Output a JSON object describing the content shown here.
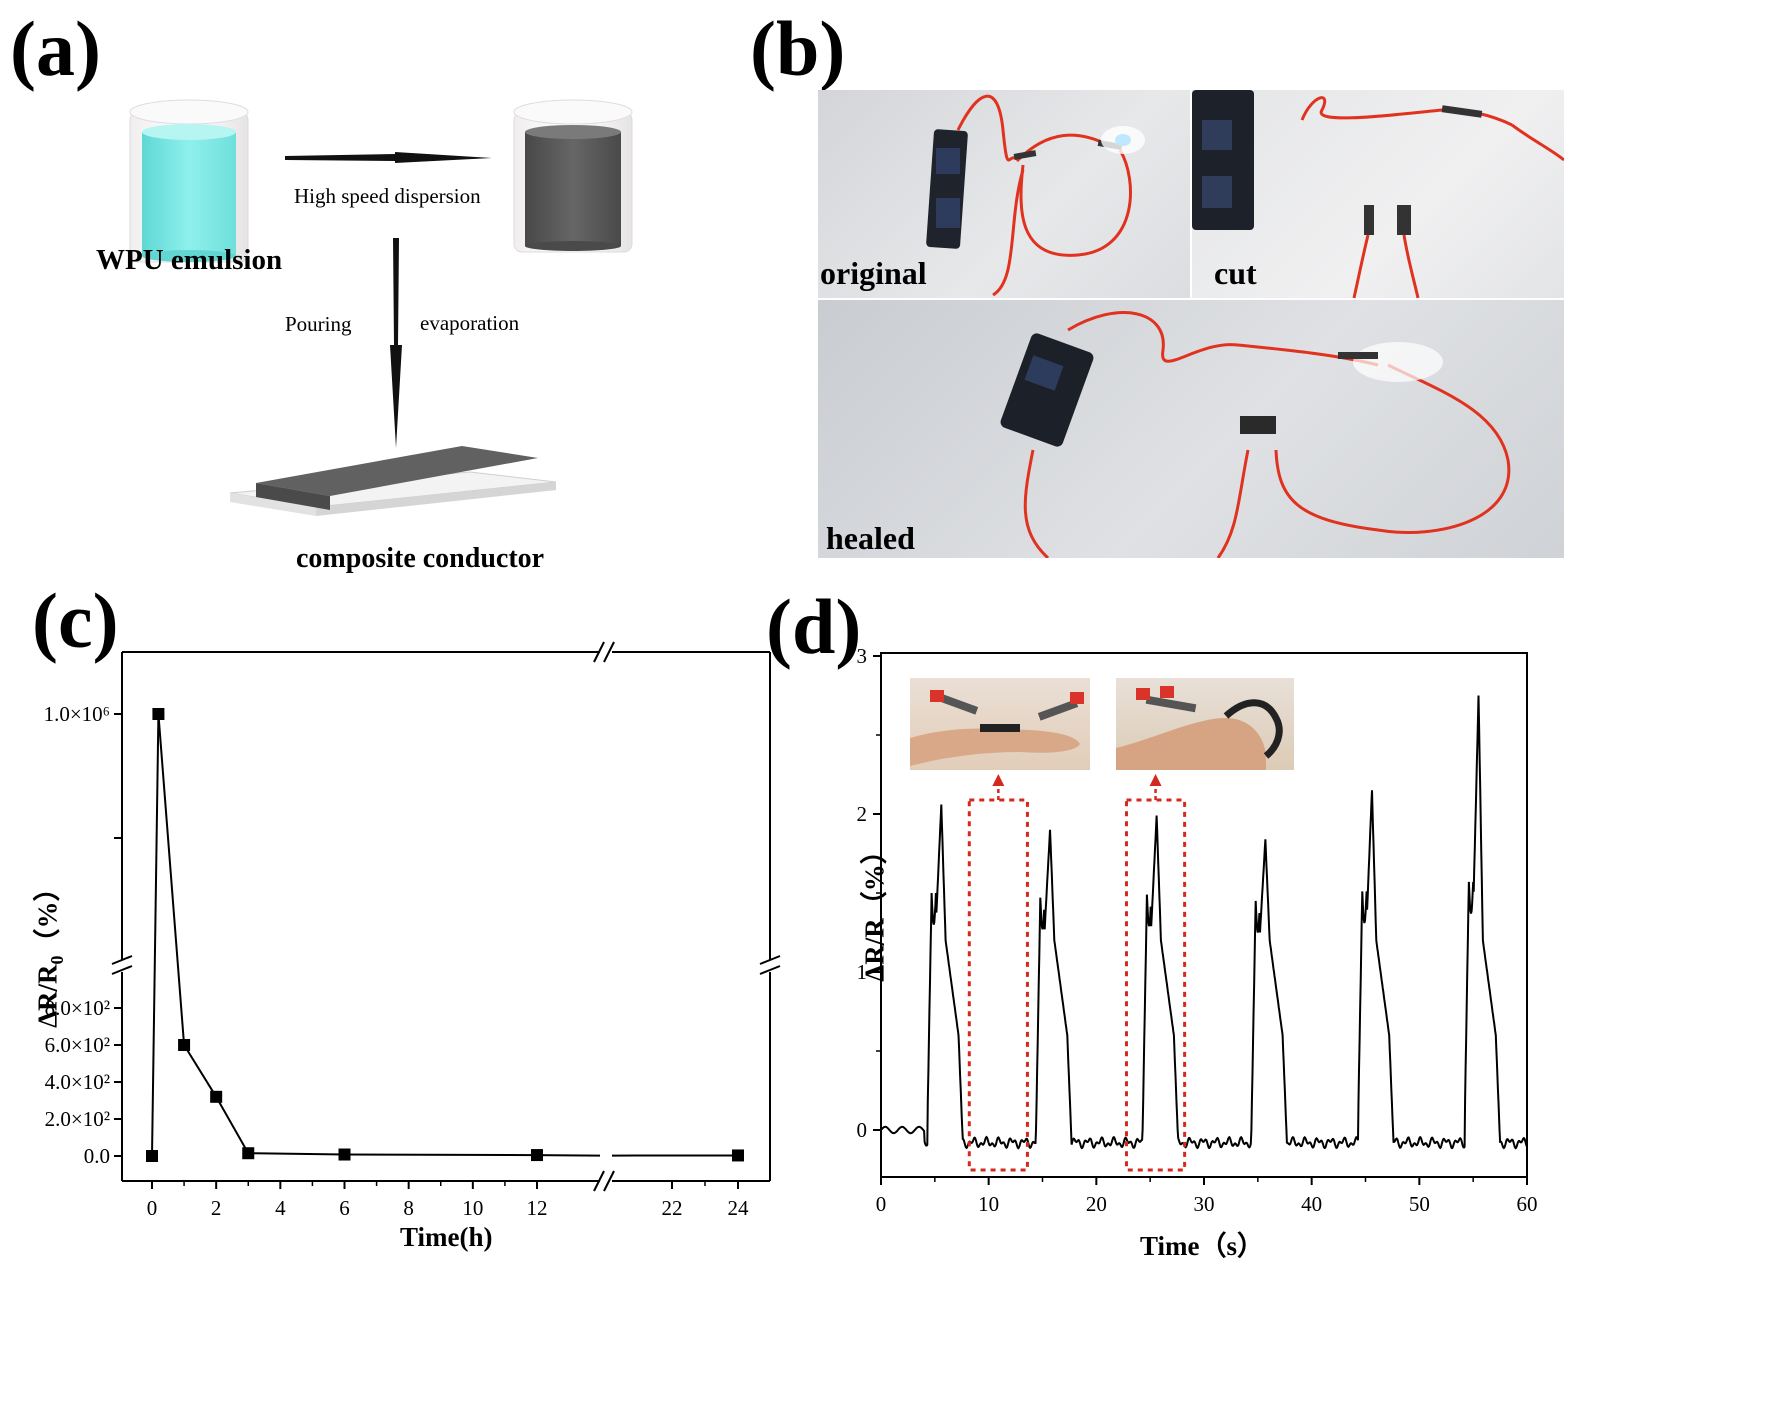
{
  "panel_a": {
    "label": "(a)",
    "arrow_label": "High speed dispersion",
    "emulsion_label": "WPU emulsion",
    "pouring_label": "Pouring",
    "evaporation_label": "evaporation",
    "product_label": "composite conductor",
    "colors": {
      "emulsion": "#7fe3e0",
      "dispersion": "#555555",
      "film": "#5b5b5b",
      "substrate": "#eeeeee"
    }
  },
  "panel_b": {
    "label": "(b)",
    "photos": [
      {
        "caption": "original"
      },
      {
        "caption": "cut"
      },
      {
        "caption": "healed"
      }
    ],
    "colors": {
      "wire": "#e0321f",
      "clip": "#222222",
      "background": "#d9dce0"
    }
  },
  "panel_c": {
    "label": "(c)",
    "chart_data": {
      "type": "line",
      "xlabel": "Time(h)",
      "ylabel": "ΔR/R0 (%)",
      "x_axis_break": [
        12,
        22
      ],
      "y_axis_break": [
        900,
        1000000
      ],
      "x_ticks": [
        "0",
        "2",
        "4",
        "6",
        "8",
        "10",
        "12",
        "22",
        "24"
      ],
      "y_ticks_lower": [
        "0.0",
        "2.0×10²",
        "4.0×10²",
        "6.0×10²",
        "8.0×10²"
      ],
      "y_ticks_upper": [
        "1.0×10⁶"
      ],
      "series": [
        {
          "x": [
            0,
            0.2,
            1,
            2,
            3,
            6,
            12,
            24
          ],
          "y": [
            0,
            1000000,
            600,
            320,
            15,
            8,
            5,
            3
          ]
        }
      ],
      "grid": false
    }
  },
  "panel_d": {
    "label": "(d)",
    "chart_data": {
      "type": "line",
      "xlabel": "Time（s）",
      "ylabel": "ΔR/R（%）",
      "xlim": [
        0,
        60
      ],
      "ylim": [
        -0.3,
        3
      ],
      "x_ticks": [
        "0",
        "10",
        "20",
        "30",
        "40",
        "50",
        "60"
      ],
      "y_ticks": [
        "0",
        "1",
        "2",
        "3"
      ],
      "peaks": [
        {
          "t": 5.6,
          "peak": 2.06,
          "shoulder": 1.5
        },
        {
          "t": 15.7,
          "peak": 1.9,
          "shoulder": 1.47
        },
        {
          "t": 25.6,
          "peak": 1.99,
          "shoulder": 1.49
        },
        {
          "t": 35.7,
          "peak": 1.84,
          "shoulder": 1.45
        },
        {
          "t": 45.6,
          "peak": 2.15,
          "shoulder": 1.51
        },
        {
          "t": 55.5,
          "peak": 2.75,
          "shoulder": 1.57
        }
      ],
      "baseline": -0.08,
      "highlight_color": "#d42a1e",
      "grid": false
    }
  }
}
